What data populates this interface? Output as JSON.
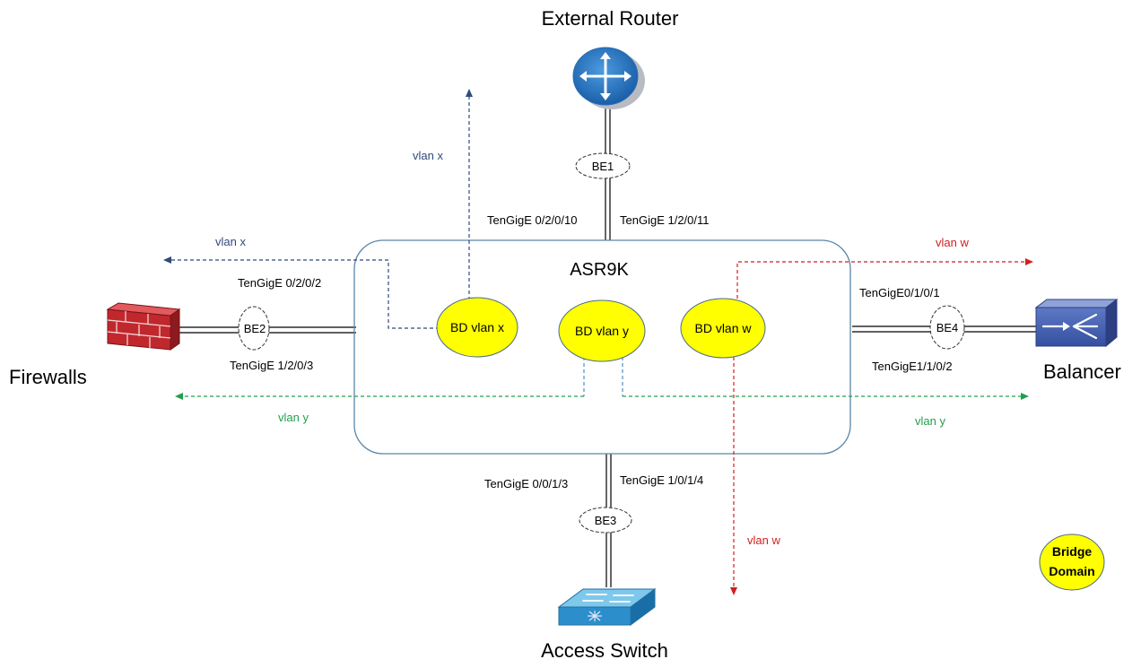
{
  "colors": {
    "vlan_x": "#2f4a7a",
    "vlan_y": "#21a04a",
    "vlan_w": "#d21f1f",
    "bridge_domain_fill": "#ffff00",
    "router_core_border": "#5b86a8"
  },
  "nodes": {
    "router": {
      "label": "External Router",
      "icon": "router-icon"
    },
    "core": {
      "label": "ASR9K"
    },
    "firewall": {
      "label": "Firewalls",
      "icon": "firewall-icon"
    },
    "balancer": {
      "label": "Balancer",
      "icon": "load-balancer-icon"
    },
    "switch": {
      "label": "Access Switch",
      "icon": "switch-icon"
    }
  },
  "bundles": {
    "be1": "BE1",
    "be2": "BE2",
    "be3": "BE3",
    "be4": "BE4"
  },
  "ports": {
    "router_left": "TenGigE 0/2/0/10",
    "router_right": "TenGigE 1/2/0/11",
    "firewall_top": "TenGigE 0/2/0/2",
    "firewall_bottom": "TenGigE 1/2/0/3",
    "balancer_top": "TenGigE0/1/0/1",
    "balancer_bottom": "TenGigE1/1/0/2",
    "switch_left": "TenGigE 0/0/1/3",
    "switch_right": "TenGigE 1/0/1/4"
  },
  "bridge_domains": {
    "x": "BD vlan x",
    "y": "BD vlan y",
    "w": "BD vlan w"
  },
  "vlan_labels": {
    "x_up": "vlan x",
    "x_left": "vlan x",
    "y_left": "vlan y",
    "y_right": "vlan y",
    "w_right": "vlan w",
    "w_down": "vlan w"
  },
  "legend": {
    "line1": "Bridge",
    "line2": "Domain"
  }
}
